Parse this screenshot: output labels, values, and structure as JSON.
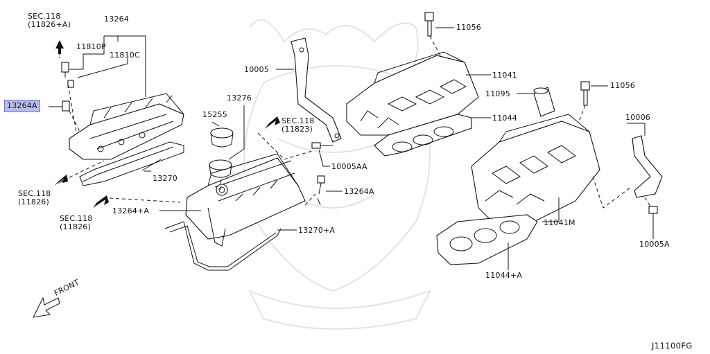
{
  "labels": {
    "sec118_11826a_line1": "SEC.118",
    "sec118_11826a_line2": "(11826+A)",
    "p13264": "13264",
    "p11810p": "11810P",
    "p11810c": "11810C",
    "p13264a_highlight": "13264A",
    "sec118_11826_left_line1": "SEC.118",
    "sec118_11826_left_line2": "(11826)",
    "sec118_11826_left2_line1": "SEC.118",
    "sec118_11826_left2_line2": "(11826)",
    "p13270": "13270",
    "p13264_plus_a": "13264+A",
    "p13276": "13276",
    "p15255": "15255",
    "sec118_11823_line1": "SEC.118",
    "sec118_11823_line2": "(11823)",
    "p10005": "10005",
    "p10005aa": "10005AA",
    "p13264a": "13264A",
    "p13270_plus_a": "13270+A",
    "p11056_top": "11056",
    "p11041": "11041",
    "p11095": "11095",
    "p11056_right": "11056",
    "p11044": "11044",
    "p10006": "10006",
    "p11041m": "11041M",
    "p10005a": "10005A",
    "p11044_plus_a": "11044+A",
    "front": "FRONT"
  },
  "reference_code": "J11100FG",
  "colors": {
    "highlight_fill": "#b6bde8",
    "highlight_border": "#6d76c4",
    "line": "#111111",
    "watermark": "#e3e3e3"
  }
}
